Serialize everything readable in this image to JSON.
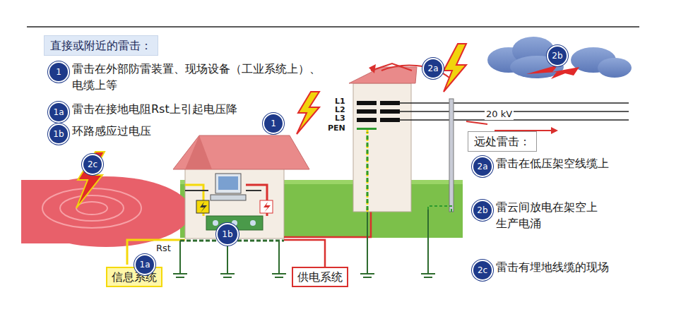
{
  "diagram": {
    "nodes": [
      {
        "text": [
          "直接或附近的雷击："
        ]
      },
      {
        "text": [
          "远处雷击："
        ]
      },
      {
        "text": [
          "信息系统"
        ]
      },
      {
        "text": [
          "供电系统"
        ]
      }
    ],
    "labels": [
      "1",
      "雷击在外部防雷装置、现场设备（工业系统上）、电缆上等",
      "1a",
      "雷击在接地电阻Rst上引起电压降",
      "1b",
      "环路感应过电压",
      "2a",
      "雷击在低压架空线缆上",
      "2b",
      "雷云间放电在架空上生产电涌",
      "2c",
      "雷击有埋地线缆的现场",
      "1",
      "1a",
      "1b",
      "2a",
      "2b",
      "2c",
      "L1",
      "L2",
      "L3",
      "PEN",
      "20 kV",
      "Rst"
    ]
  }
}
